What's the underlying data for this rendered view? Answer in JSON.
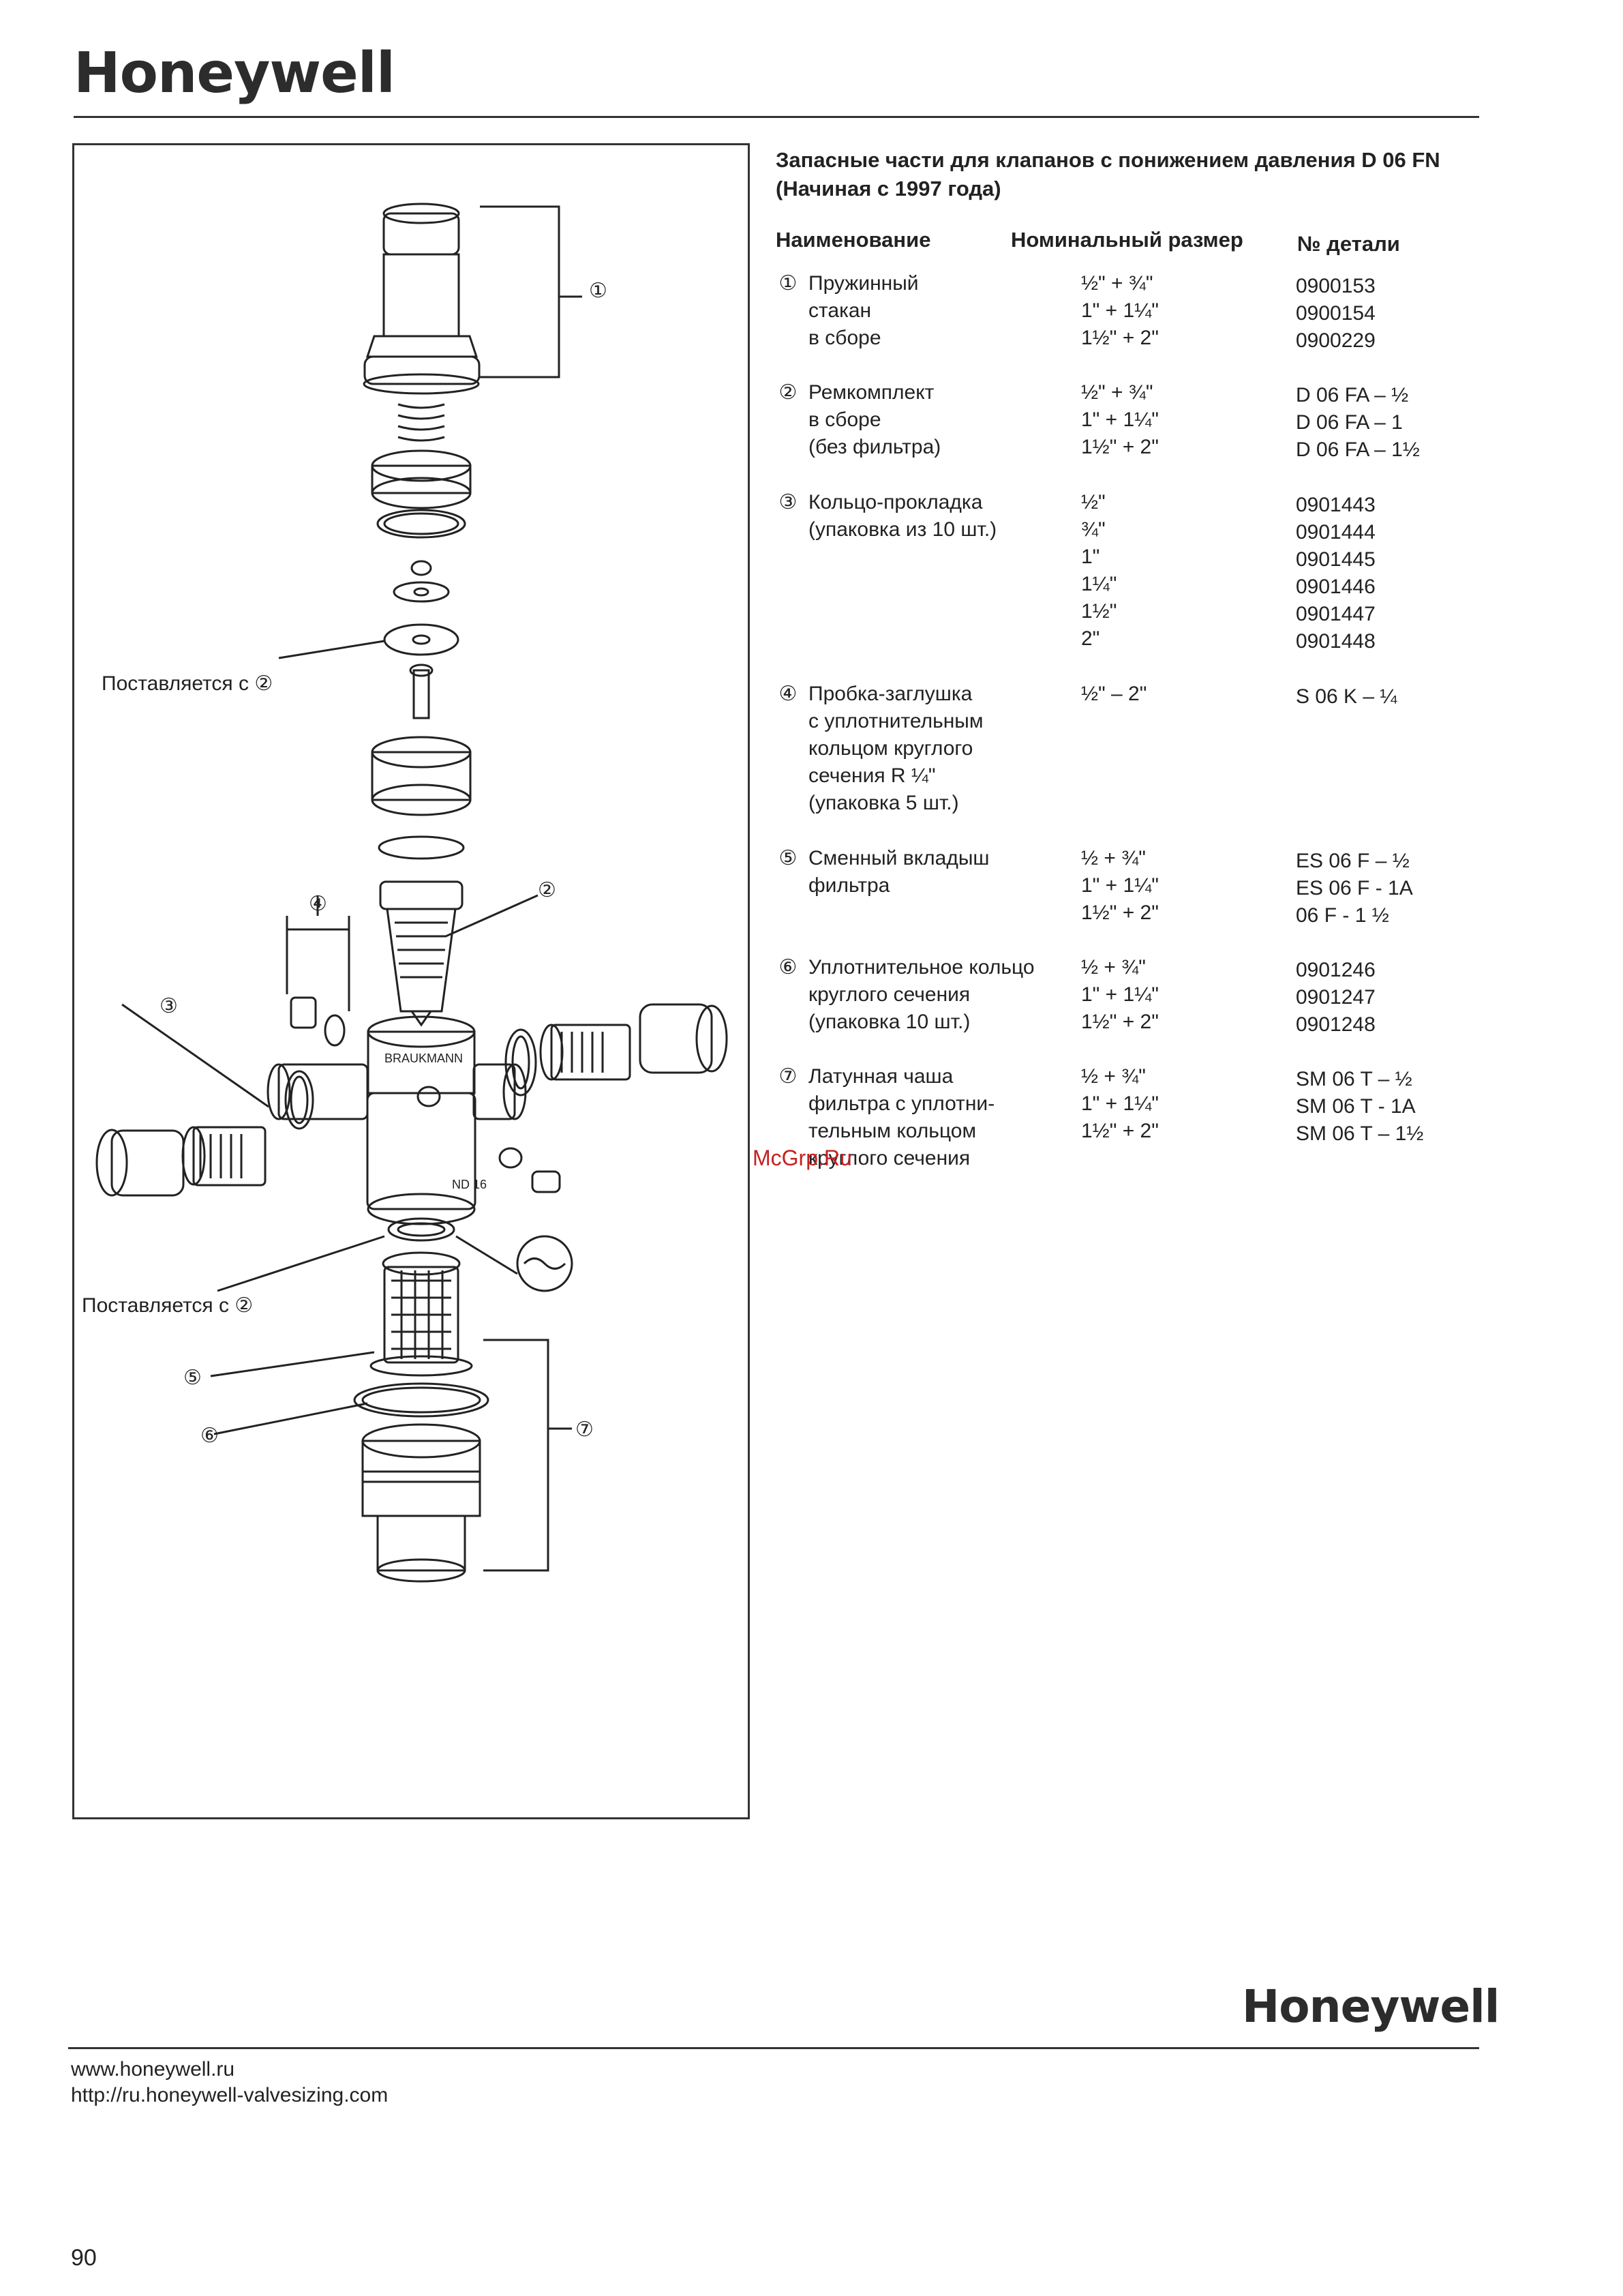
{
  "brand": {
    "logo_top": "Honeywell",
    "logo_bottom": "Honeywell"
  },
  "title": {
    "line1": "Запасные части для клапанов с понижением давления D 06 FN",
    "line2": "(Начиная с 1997 года)"
  },
  "columns": {
    "name": "Наименование",
    "size": "Номинальный размер",
    "part": "№ детали"
  },
  "parts": [
    {
      "num": "①",
      "name": [
        "Пружинный",
        "стакан",
        "в сборе"
      ],
      "sizes": [
        "½\" + ¾\"",
        "1\" + 1¼\"",
        "1½\" + 2\""
      ],
      "parts": [
        "0900153",
        "0900154",
        "0900229"
      ]
    },
    {
      "num": "②",
      "name": [
        "Ремкомплект",
        "в сборе",
        "(без фильтра)"
      ],
      "sizes": [
        "½\" + ¾\"",
        "1\" + 1¼\"",
        "1½\" + 2\""
      ],
      "parts": [
        "D 06 FA – ½",
        "D 06 FA – 1",
        "D 06 FA – 1½"
      ]
    },
    {
      "num": "③",
      "name": [
        "Кольцо-прокладка",
        "(упаковка из 10 шт.)"
      ],
      "sizes": [
        "½\"",
        "¾\"",
        "1\"",
        "1¼\"",
        "1½\"",
        "2\""
      ],
      "parts": [
        "0901443",
        "0901444",
        "0901445",
        "0901446",
        "0901447",
        "0901448"
      ]
    },
    {
      "num": "④",
      "name": [
        "Пробка-заглушка",
        "с уплотнительным",
        "кольцом круглого",
        "сечения R ¼\"",
        "(упаковка 5 шт.)"
      ],
      "sizes": [
        "½\" – 2\""
      ],
      "parts": [
        "S 06 K – ¼"
      ]
    },
    {
      "num": "⑤",
      "name": [
        "Сменный вкладыш",
        "фильтра"
      ],
      "sizes": [
        "½ + ¾\"",
        "1\" + 1¼\"",
        "1½\" + 2\""
      ],
      "parts": [
        "ES 06 F – ½",
        "ES 06 F - 1A",
        "06 F - 1 ½"
      ]
    },
    {
      "num": "⑥",
      "name": [
        "Уплотнительное кольцо",
        "круглого сечения",
        "(упаковка 10 шт.)"
      ],
      "sizes": [
        "½ + ¾\"",
        "1\" + 1¼\"",
        "1½\" + 2\""
      ],
      "parts": [
        "0901246",
        "0901247",
        "0901248"
      ]
    },
    {
      "num": "⑦",
      "name": [
        "Латунная чаша",
        "фильтра с уплотни-",
        "тельным кольцом",
        "круглого сечения"
      ],
      "sizes": [
        "½ + ¾\"",
        "1\" + 1¼\"",
        "1½\" + 2\""
      ],
      "parts": [
        "SM 06 T – ½",
        "SM 06 T - 1A",
        "SM 06 T – 1½"
      ]
    }
  ],
  "figure": {
    "callouts": {
      "supplied_with_upper": "Поставляется с ②",
      "supplied_with_lower": "Поставляется с ②",
      "c1": "①",
      "c2": "②",
      "c3": "③",
      "c4": "④",
      "c5": "⑤",
      "c6": "⑥",
      "c7": "⑦"
    },
    "body_marking": "BRAUKMANN",
    "body_marking2": "ND 16"
  },
  "watermark": "McGrp.Ru",
  "footer": {
    "url1": "www.honeywell.ru",
    "url2": "http://ru.honeywell-valvesizing.com",
    "page": "90"
  }
}
